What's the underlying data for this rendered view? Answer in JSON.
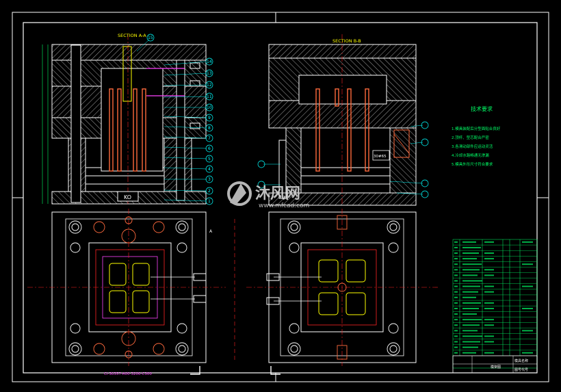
{
  "drawing": {
    "section_a_label": "SECTION A-A",
    "section_b_label": "SECTION B-B",
    "hole_label_ko": "KO",
    "dim_label_mid": "30#65",
    "pointer_a": "A",
    "tech_title": "技术要求",
    "tech_lines": [
      "1.模具装配后分型面贴合良好",
      "2.顶杆、型芯配合严密",
      "3.各滑动部件应运动灵活",
      "4.冷却水路畅通无渗漏",
      "5.模具外形尺寸符合要求"
    ],
    "bottom_caption": "CI-30357-A00-3200-C300",
    "callouts": [
      "1",
      "2",
      "3",
      "4",
      "5",
      "6",
      "7",
      "8",
      "9",
      "10",
      "11",
      "12",
      "13",
      "14",
      "15"
    ]
  },
  "title_block": {
    "title_cell": "模架图",
    "name_cell": "模具名称",
    "number_cell": "图号代号"
  },
  "watermark": {
    "brand_cn": "沐风网",
    "brand_url": "www.mfcad.com"
  },
  "colors": {
    "background": "#000000",
    "frame": "#ffffff",
    "hatch": "#ffffff",
    "pins": "#ff6a3d",
    "cyan": "#00ffff",
    "green": "#00ff66",
    "yellow": "#ffff00",
    "magenta": "#ff44ff",
    "blue": "#3377ff",
    "red": "#ff2222"
  }
}
